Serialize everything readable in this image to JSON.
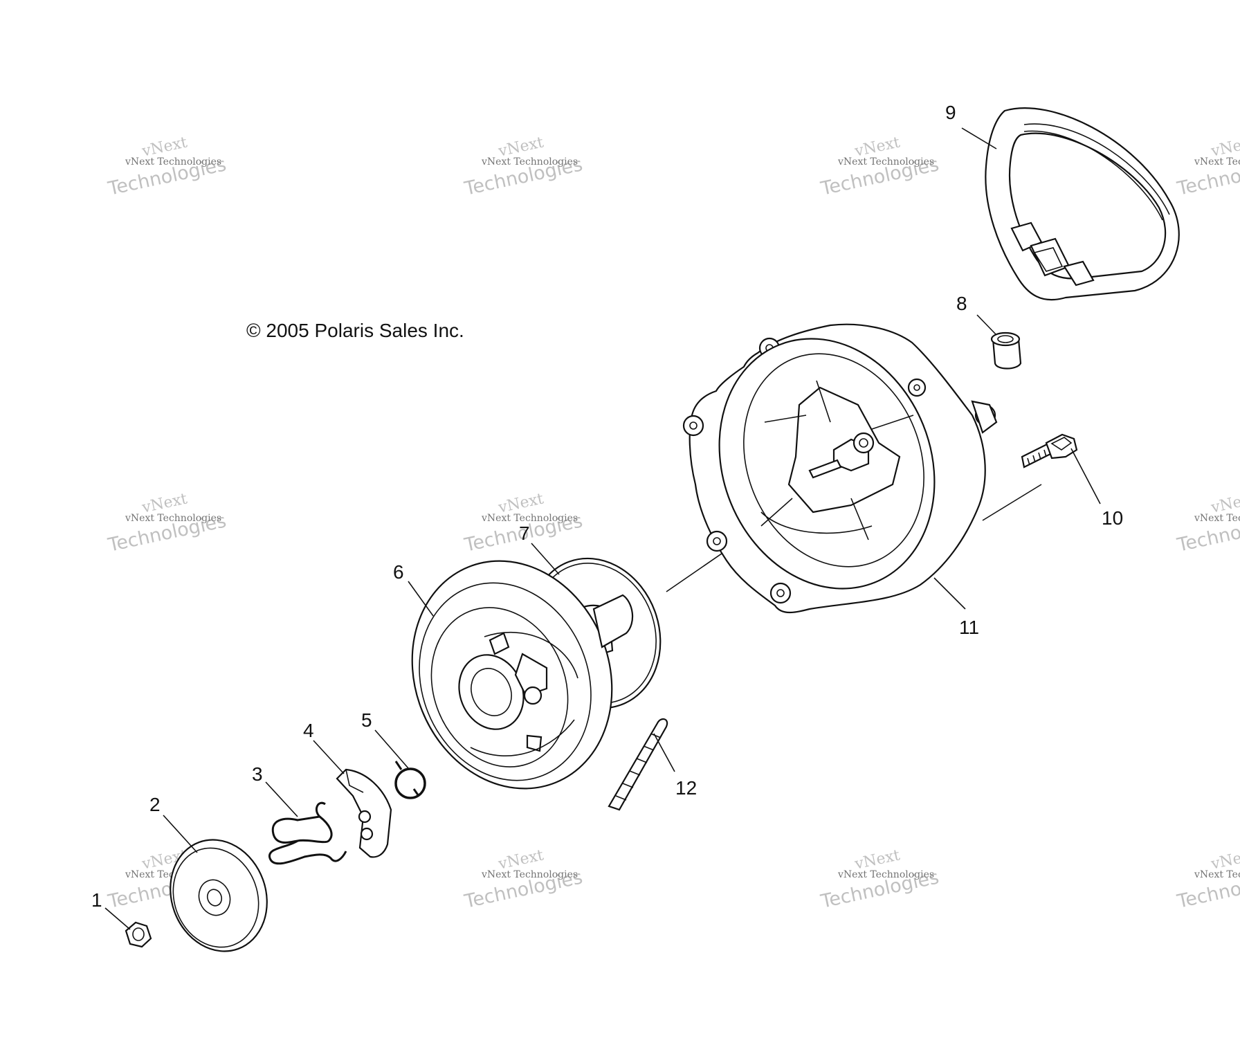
{
  "copyright": "© 2005 Polaris Sales Inc.",
  "watermark": {
    "line1": "vNext",
    "line2": "vNext Technologies",
    "line3": "Technologies"
  },
  "callouts": [
    "1",
    "2",
    "3",
    "4",
    "5",
    "6",
    "7",
    "8",
    "9",
    "10",
    "11",
    "12"
  ]
}
